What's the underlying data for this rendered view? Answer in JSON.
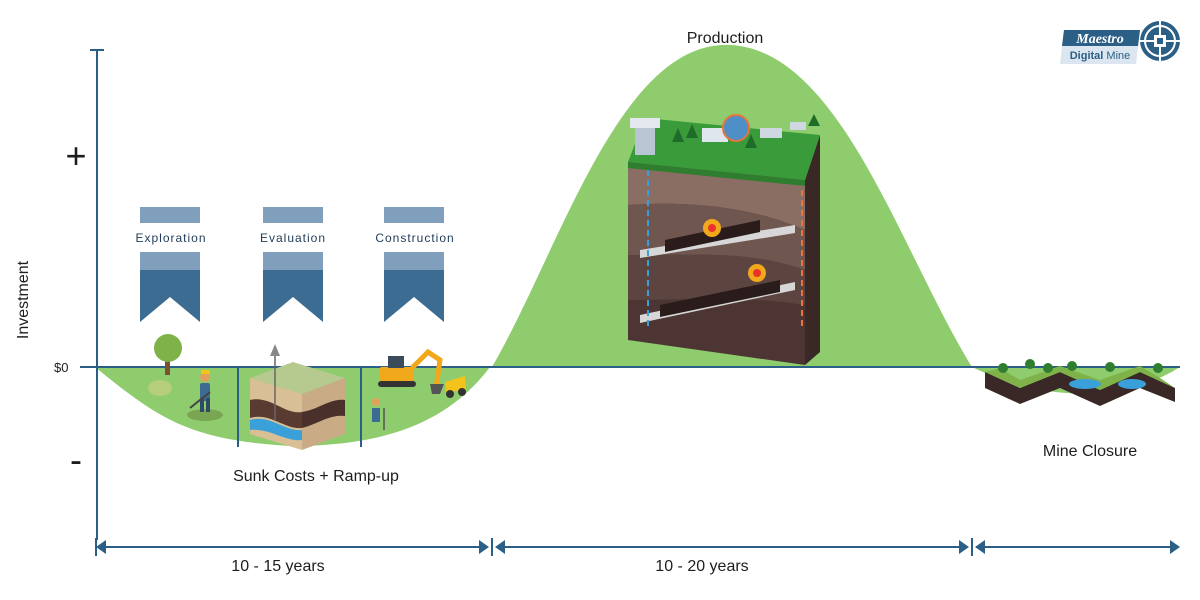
{
  "axis": {
    "y_label": "Investment",
    "plus": "+",
    "minus": "-",
    "zero": "$0"
  },
  "phases": [
    {
      "label": "Exploration"
    },
    {
      "label": "Evaluation"
    },
    {
      "label": "Construction"
    }
  ],
  "stages": {
    "sunk": "Sunk Costs + Ramp-up",
    "production": "Production",
    "closure": "Mine Closure"
  },
  "durations": {
    "first": "10 - 15 years",
    "second": "10 - 20 years"
  },
  "logo": {
    "brand": "Maestro",
    "product_bold": "Digital",
    "product_light": "Mine"
  },
  "colors": {
    "green": "#8fcc6e",
    "axis_blue": "#2b5f86",
    "ribbon_light": "#7f9fbd",
    "ribbon_dark": "#3c6c91",
    "earth_top": "#c9ab86",
    "earth_dark": "#5a3b32",
    "water": "#3aa0d9"
  }
}
